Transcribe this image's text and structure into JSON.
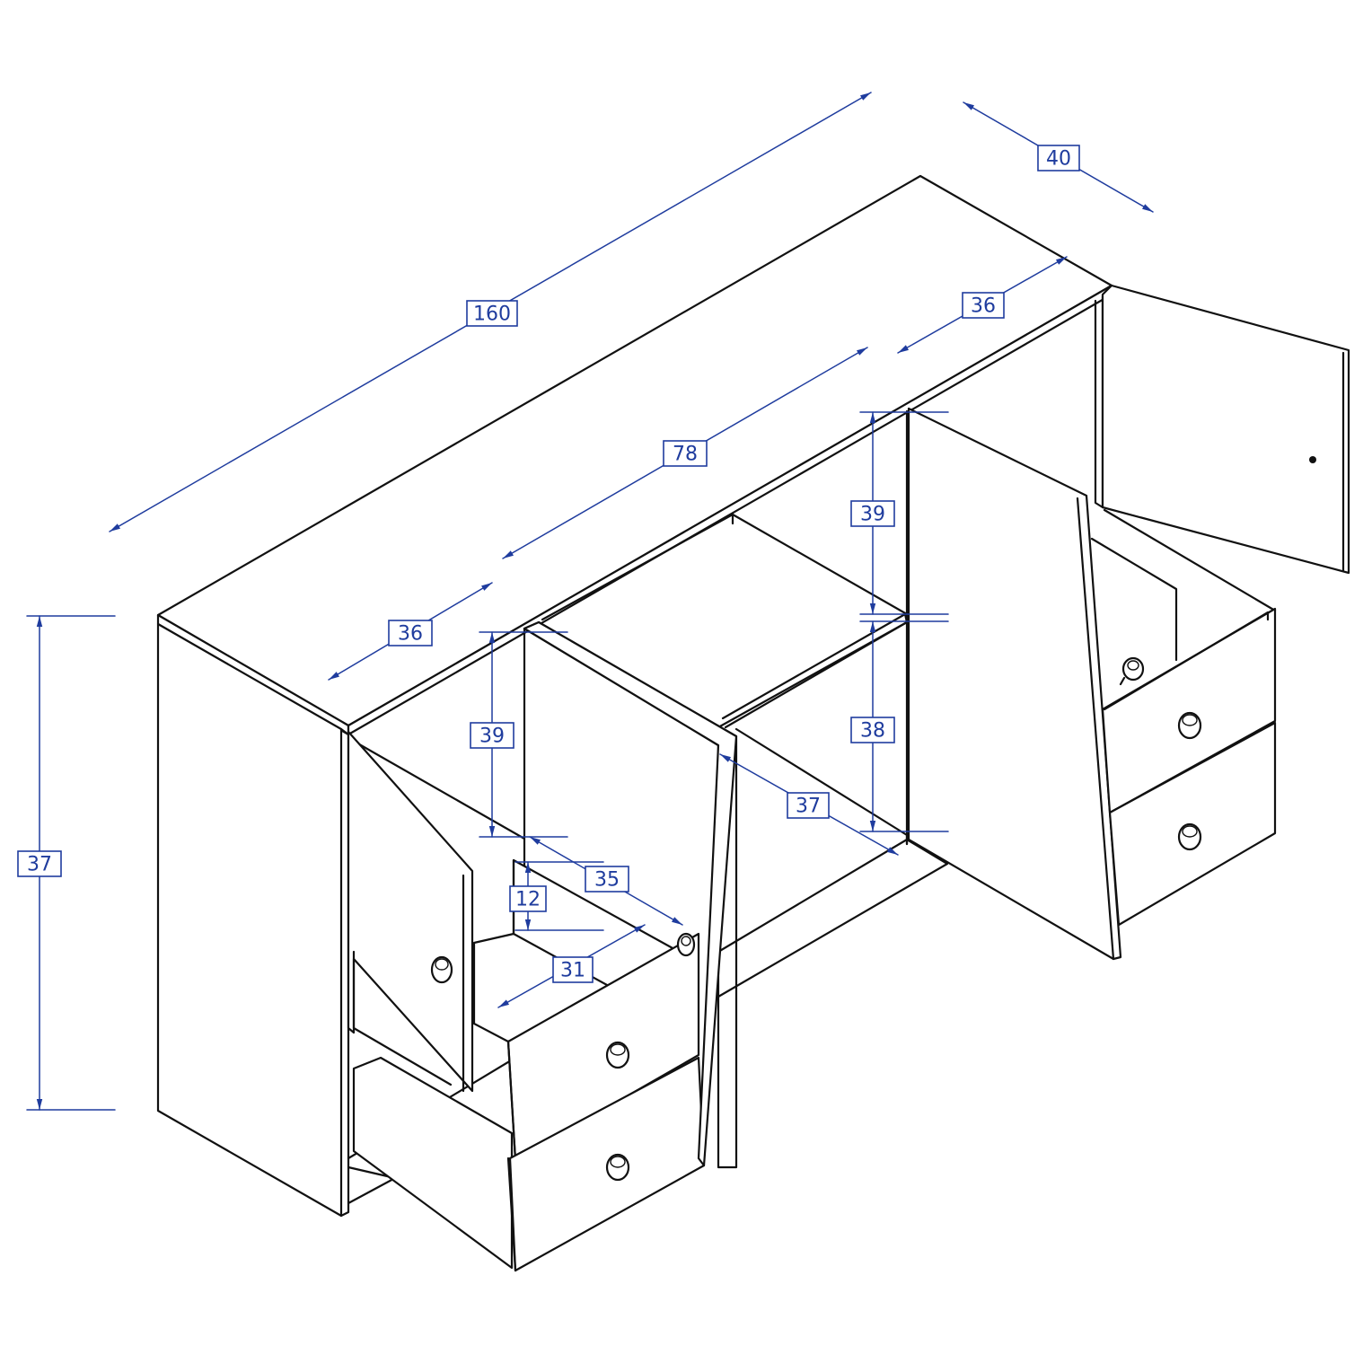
{
  "colors": {
    "outline": "#111111",
    "dimension": "#1f3c9e",
    "background": "#ffffff"
  },
  "dimensions": [
    {
      "id": "total-width",
      "value": "160"
    },
    {
      "id": "depth",
      "value": "40"
    },
    {
      "id": "right-cabinet-width",
      "value": "36"
    },
    {
      "id": "middle-section-width",
      "value": "78"
    },
    {
      "id": "left-cabinet-width",
      "value": "36"
    },
    {
      "id": "total-height",
      "value": "37"
    },
    {
      "id": "middle-upper-height",
      "value": "39"
    },
    {
      "id": "middle-lower-height",
      "value": "38"
    },
    {
      "id": "left-upper-height",
      "value": "39"
    },
    {
      "id": "shelf-depth",
      "value": "37"
    },
    {
      "id": "drawer-depth",
      "value": "35"
    },
    {
      "id": "drawer-height",
      "value": "12"
    },
    {
      "id": "drawer-width",
      "value": "31"
    }
  ]
}
